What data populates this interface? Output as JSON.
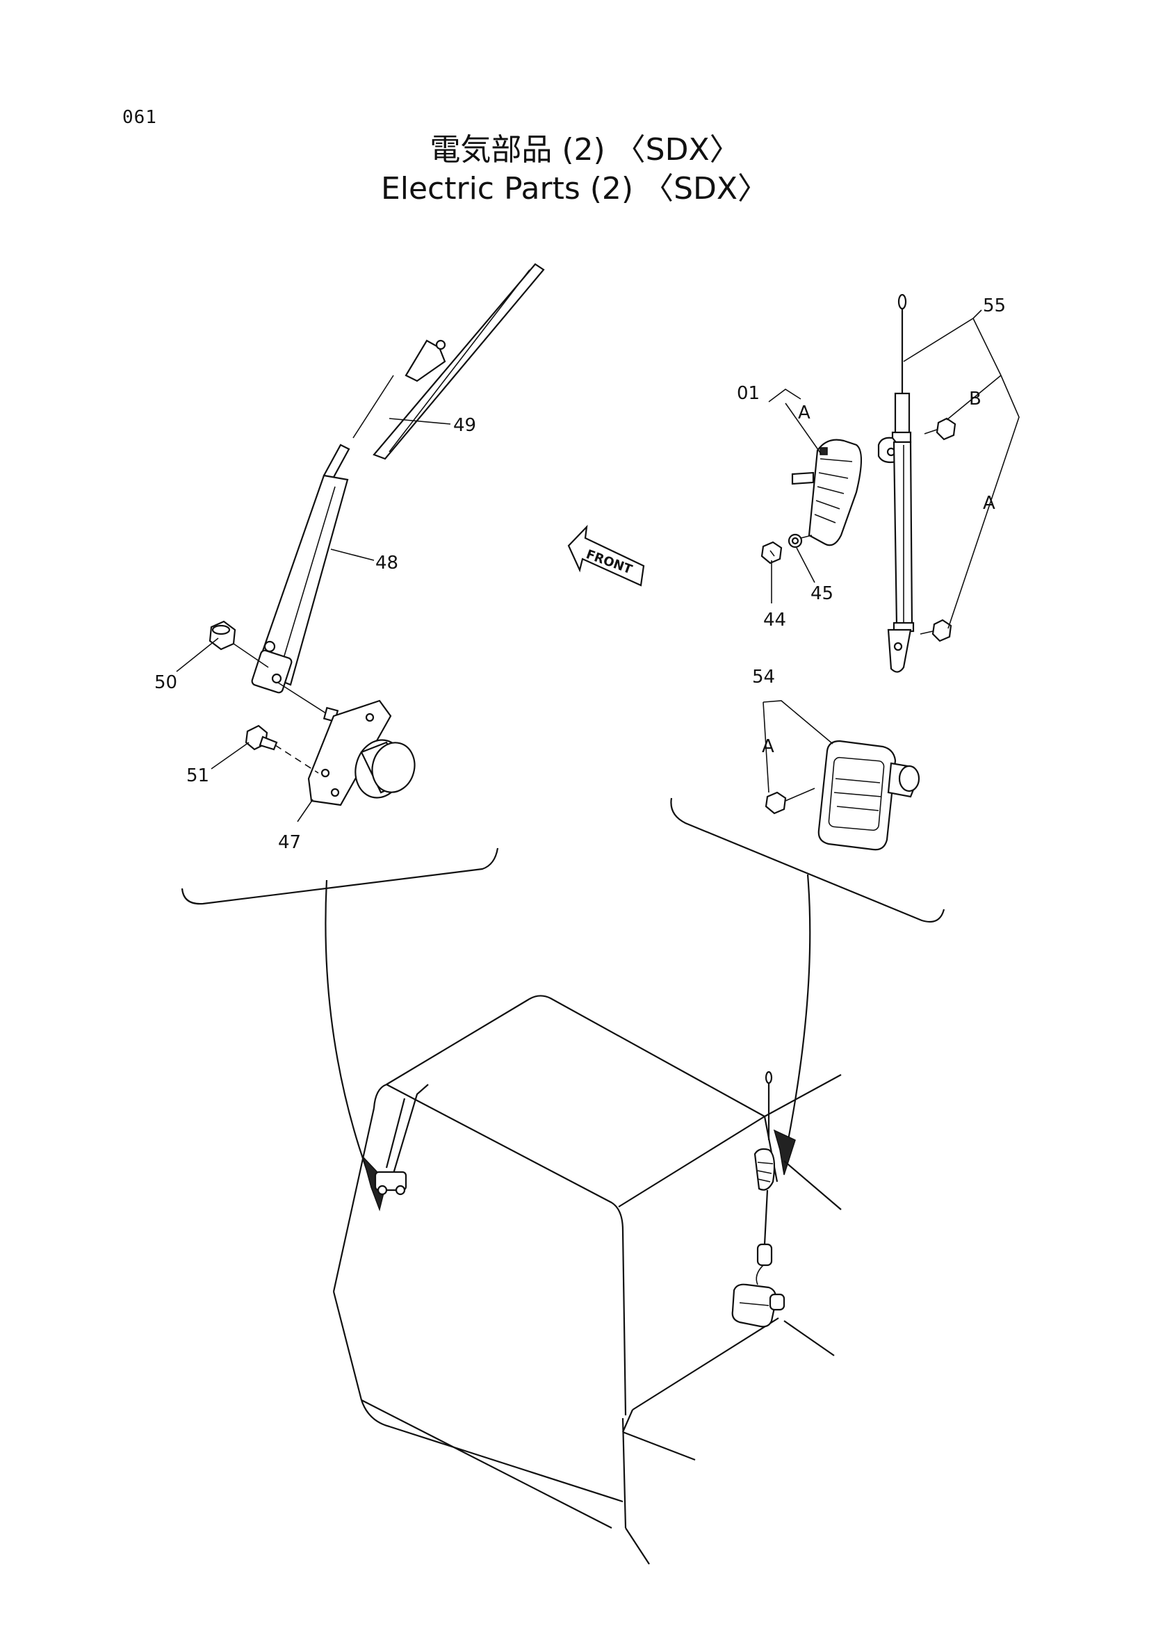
{
  "page_number": "061",
  "title": {
    "ja": "電気部品 (2) 〈SDX〉",
    "en": "Electric Parts (2) 〈SDX〉"
  },
  "front_arrow": "FRONT",
  "callouts": {
    "p47": "47",
    "p48": "48",
    "p49": "49",
    "p50": "50",
    "p51": "51",
    "p44": "44",
    "p45": "45",
    "p01": "01",
    "p54": "54",
    "p55": "55",
    "A1": "A",
    "A2": "A",
    "A3": "A",
    "B1": "B"
  }
}
